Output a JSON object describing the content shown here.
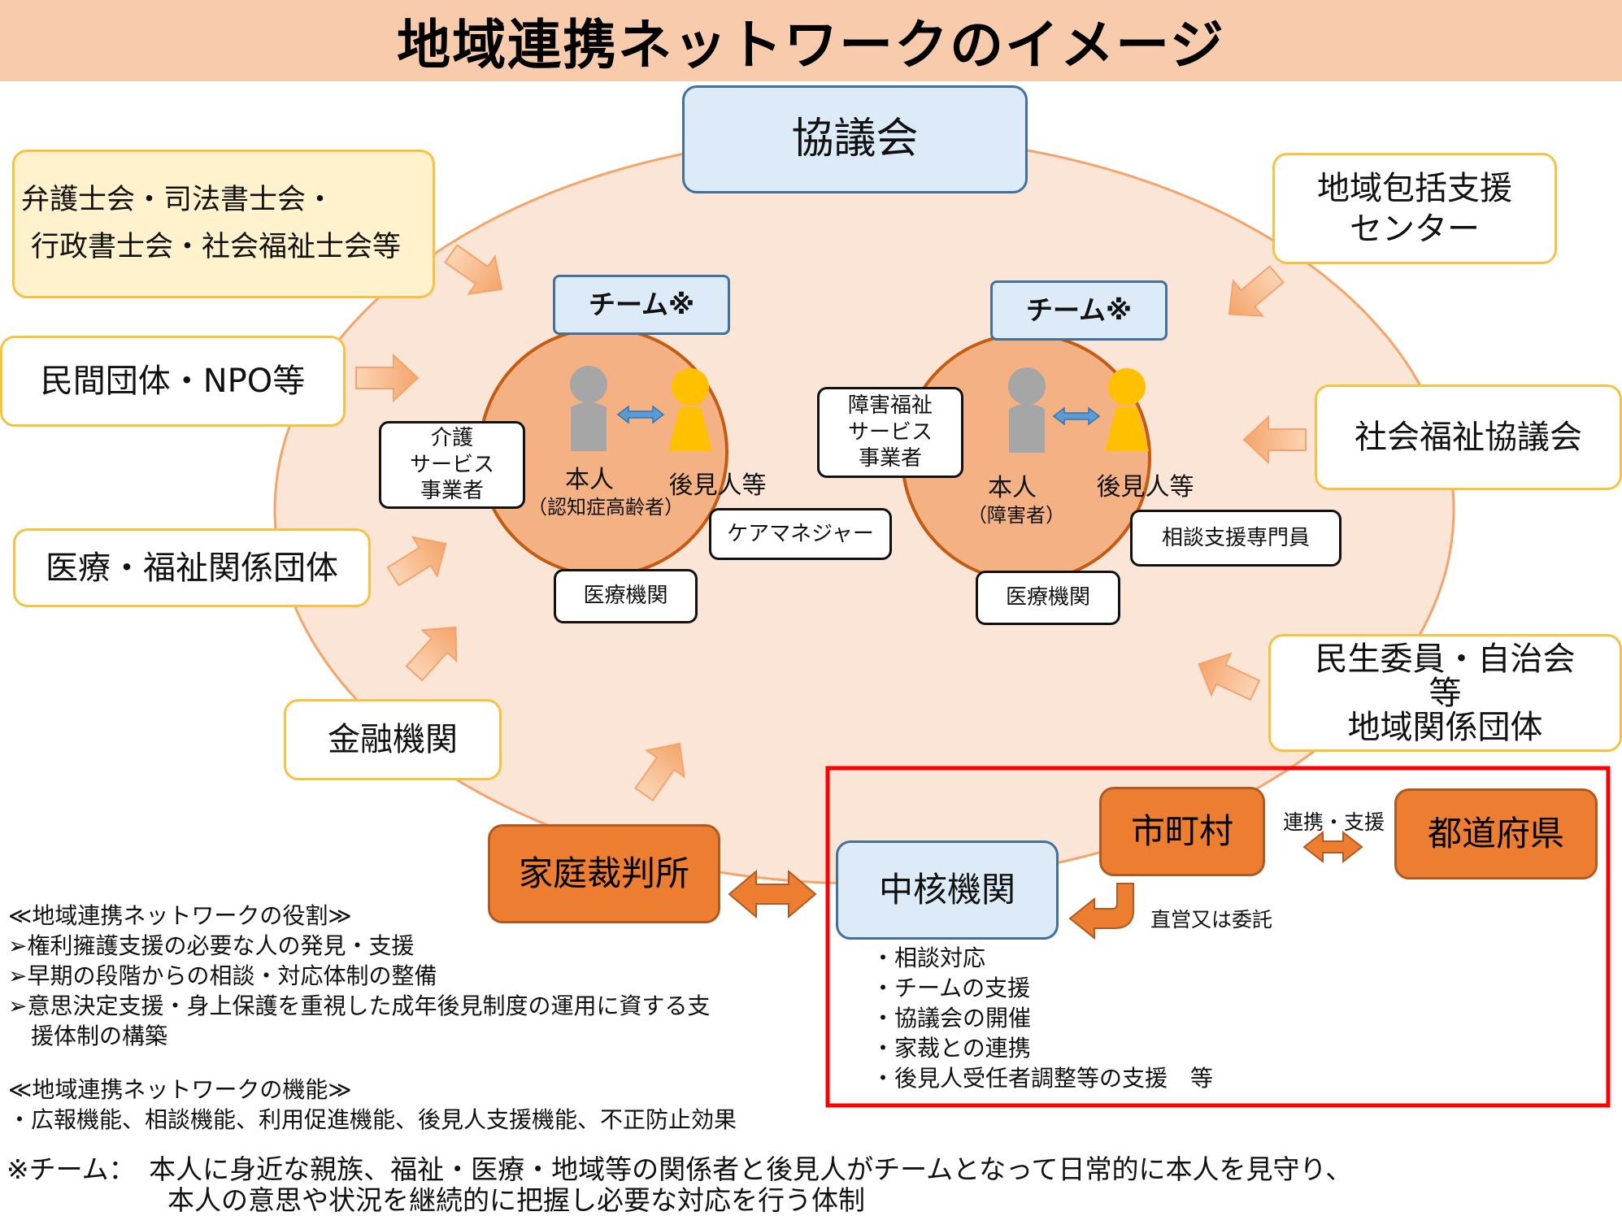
{
  "title": "地域連携ネットワークのイメージ",
  "kyogikai": "協議会",
  "team_label": "チーム※",
  "left_outer": {
    "bar_assoc_line1": "弁護士会・司法書士会・",
    "bar_assoc_line2": "行政書士会・社会福祉士会等",
    "npo": "民間団体・NPO等",
    "medical_welfare": "医療・福祉関係団体",
    "financial": "金融機関"
  },
  "right_outer": {
    "chiiki_line1": "地域包括支援",
    "chiiki_line2": "センター",
    "shakyo": "社会福祉協議会",
    "minsei_line1": "民生委員・自治会",
    "minsei_line2": "等",
    "minsei_line3": "地域関係団体"
  },
  "team1": {
    "person": "本人",
    "person_note": "（認知症高齢者）",
    "guardian": "後見人等",
    "care_service_line1": "介護",
    "care_service_line2": "サービス",
    "care_service_line3": "事業者",
    "care_manager": "ケアマネジャー",
    "medical": "医療機関"
  },
  "team2": {
    "person": "本人",
    "person_note": "（障害者）",
    "guardian": "後見人等",
    "disability_service_line1": "障害福祉",
    "disability_service_line2": "サービス",
    "disability_service_line3": "事業者",
    "consultant": "相談支援専門員",
    "medical": "医療機関"
  },
  "family_court": "家庭裁判所",
  "core_agency": "中核機関",
  "municipality": "市町村",
  "prefecture": "都道府県",
  "cooperation_support": "連携・支援",
  "direct_or_entrust": "直営又は委託",
  "core_functions": [
    "・相談対応",
    "・チームの支援",
    "・協議会の開催",
    "・家裁との連携",
    "・後見人受任者調整等の支援　等"
  ],
  "roles_heading": "≪地域連携ネットワークの役割≫",
  "roles": [
    "➢権利擁護支援の必要な人の発見・支援",
    "➢早期の段階からの相談・対応体制の整備",
    "➢意思決定支援・身上保護を重視した成年後見制度の運用に資する支",
    "　援体制の構築"
  ],
  "functions_heading": "≪地域連携ネットワークの機能≫",
  "functions_text": "・広報機能、相談機能、利用促進機能、後見人支援機能、不正防止効果",
  "footnote_line1": "※チーム：　本人に身近な親族、福祉・医療・地域等の関係者と後見人がチームとなって日常的に本人を見守り、",
  "footnote_line2": "　　　　　　本人の意思や状況を継続的に把握し必要な対応を行う体制",
  "colors": {
    "title_bg": "#f8cbad",
    "ellipse_fill": "#fbe5d6",
    "team_circle": "#f4b183",
    "orange_box": "#ed7d31",
    "blue_box": "#ddeaf7",
    "yellow_border": "#f7c242",
    "red_frame": "#ff0000",
    "person_gray": "#a6a6a6",
    "guardian_yellow": "#ffc000"
  }
}
